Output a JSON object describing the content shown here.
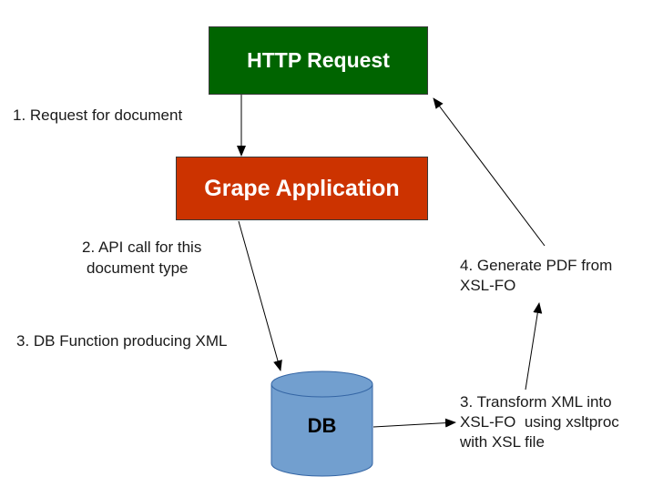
{
  "colors": {
    "http_fill": "#006400",
    "grape_fill": "#cc3300",
    "db_fill": "#729fcf",
    "db_stroke": "#3465a4",
    "arrow": "#000000"
  },
  "nodes": {
    "http_request": "HTTP Request",
    "grape_application": "Grape Application",
    "db": "DB"
  },
  "edges": {
    "request_for_document": "1. Request for document",
    "api_call_line1": "2. API call for this",
    "api_call_line2": "document type",
    "db_function": "3. DB Function producing XML",
    "transform_line1": "3. Transform XML into",
    "transform_line2": "XSL-FO  using xsltproc",
    "transform_line3": "with XSL file",
    "generate_line1": "4. Generate PDF from",
    "generate_line2": "XSL-FO"
  }
}
